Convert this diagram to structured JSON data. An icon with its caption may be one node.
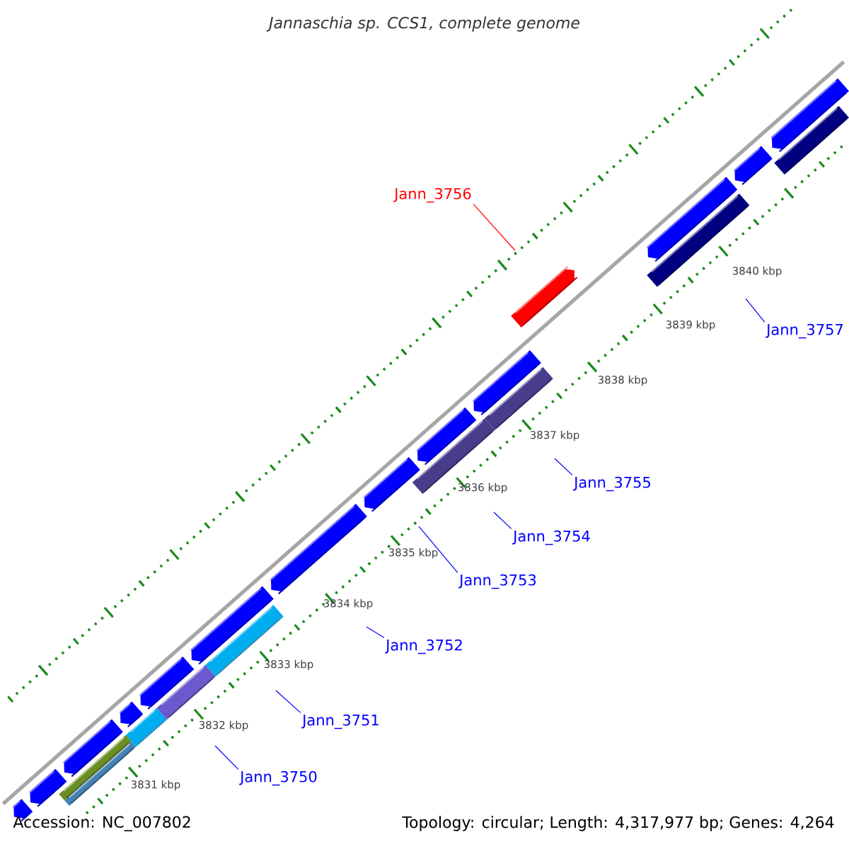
{
  "diagram": {
    "title": "Jannaschia sp. CCS1, complete genome",
    "nodes": [
      {
        "text": [
          "Jann_3756"
        ]
      },
      {
        "text": [
          "Jann_3757"
        ]
      },
      {
        "text": [
          "Jann_3755"
        ]
      },
      {
        "text": [
          "Jann_3754"
        ]
      },
      {
        "text": [
          "Jann_3753"
        ]
      },
      {
        "text": [
          "Jann_3752"
        ]
      },
      {
        "text": [
          "Jann_3751"
        ]
      },
      {
        "text": [
          "Jann_3750"
        ]
      }
    ],
    "edges": [
      {
        "from": 0,
        "to": null,
        "arrow": "none",
        "color": "#ff0000"
      },
      {
        "from": 1,
        "to": null,
        "arrow": "none"
      },
      {
        "from": 2,
        "to": null,
        "arrow": "none"
      },
      {
        "from": 3,
        "to": null,
        "arrow": "none"
      },
      {
        "from": 4,
        "to": null,
        "arrow": "none"
      },
      {
        "from": 5,
        "to": null,
        "arrow": "none"
      },
      {
        "from": 6,
        "to": null,
        "arrow": "none"
      },
      {
        "from": 7,
        "to": null,
        "arrow": "none"
      }
    ],
    "labels": [
      "3840 kbp",
      "3839 kbp",
      "3838 kbp",
      "3837 kbp",
      "3836 kbp",
      "3835 kbp",
      "3834 kbp",
      "3833 kbp",
      "3832 kbp",
      "3831 kbp",
      "Accession: NC_007802",
      "Topology: circular; Length: 4,317,977 bp; Genes: 4,264"
    ]
  }
}
